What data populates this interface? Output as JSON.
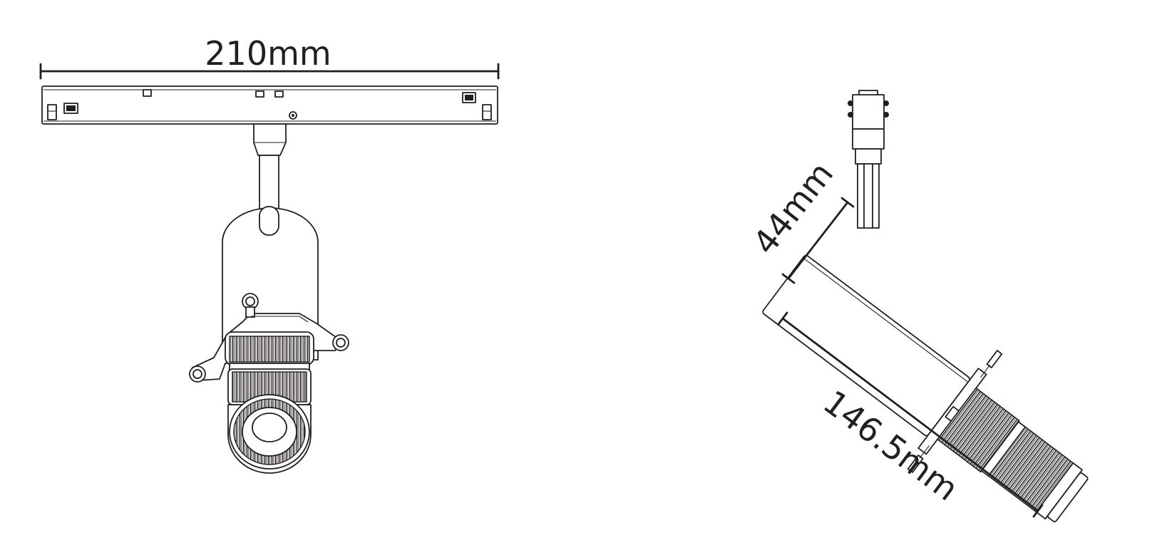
{
  "front_view": {
    "width_label": "210mm"
  },
  "side_view": {
    "diameter_label": "44mm",
    "length_label": "146.5mm"
  },
  "colors": {
    "line": "#231f20",
    "background": "#ffffff"
  }
}
